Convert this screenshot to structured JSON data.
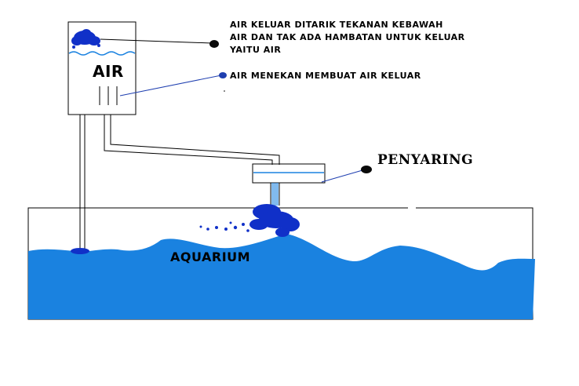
{
  "labels": {
    "tank": "AIR",
    "top_note_line1": "AIR KELUAR DITARIK TEKANAN KEBAWAH",
    "top_note_line2": "AIR DAN TAK ADA HAMBATAN UNTUK KELUAR",
    "top_note_line3": "YAITU AIR",
    "pressure_note": "AIR MENEKAN MEMBUAT AIR KELUAR",
    "filter": "PENYARING",
    "aquarium": "AQUARIUM"
  },
  "colors": {
    "water": "#1a82e0",
    "splash": "#1030c8",
    "line": "#000000",
    "pointer_line": "#1f3fb0",
    "dot": "#0a0a0a"
  }
}
